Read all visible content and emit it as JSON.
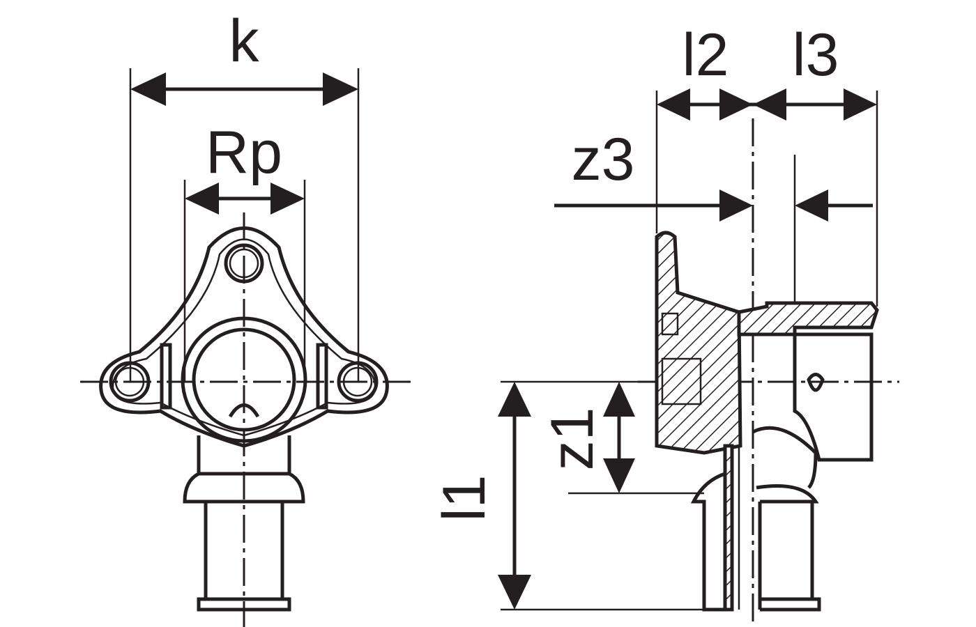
{
  "drawing": {
    "front_view": {
      "dim_k": "k",
      "dim_rp": "Rp"
    },
    "side_view": {
      "dim_l2": "l2",
      "dim_l3": "l3",
      "dim_z3": "z3",
      "dim_z1": "z1",
      "dim_l1": "l1"
    }
  },
  "colors": {
    "ink": "#231f20",
    "background": "#ffffff"
  }
}
